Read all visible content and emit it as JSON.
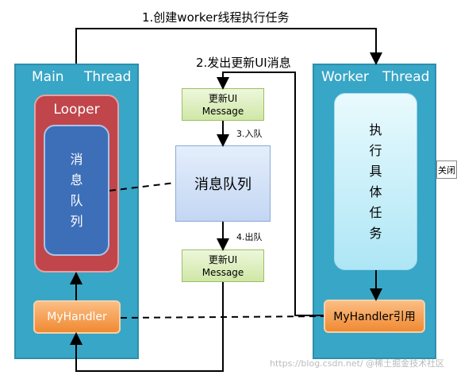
{
  "main_thread": {
    "title_left": "Main",
    "title_right": "Thread",
    "looper_label": "Looper",
    "queue_label": "消息队列",
    "handler_label": "MyHandler"
  },
  "worker_thread": {
    "title_left": "Worker",
    "title_right": "Thread",
    "task_label": "执行具体任务",
    "handler_label": "MyHandler引用"
  },
  "center": {
    "message_top": {
      "line1": "更新UI",
      "line2": "Message"
    },
    "queue_label": "消息队列",
    "message_bottom": {
      "line1": "更新UI",
      "line2": "Message"
    }
  },
  "steps": {
    "step1": "1.创建worker线程执行任务",
    "step2": "2.发出更新UI消息",
    "step3": "3.入队",
    "step4": "4.出队"
  },
  "close_button": "关闭",
  "watermark": "https://blog.csdn.net/ @稀土掘金技术社区"
}
